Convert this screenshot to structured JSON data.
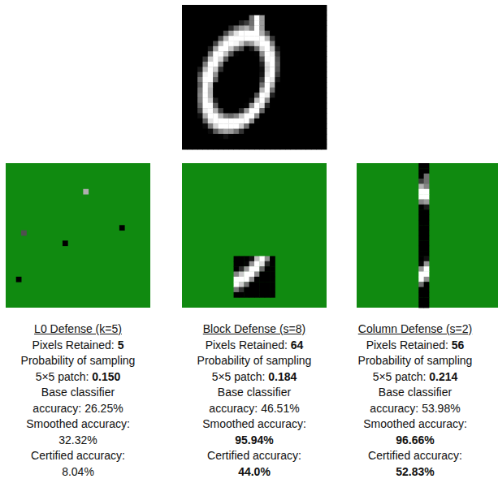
{
  "diagram": {
    "labels": [
      "L0 Defense (k=5)",
      "Pixels Retained:",
      "5",
      "Probability of sampling",
      "5×5 patch:",
      "0.150",
      "Base classifier",
      "accuracy: 26.25%",
      "Smoothed accuracy:",
      "32.32%",
      "Certified accuracy:",
      "8.04%",
      "Block Defense (s=8)",
      "Pixels Retained:",
      "64",
      "Probability of sampling",
      "5×5 patch:",
      "0.184",
      "Base classifier",
      "accuracy: 46.51%",
      "Smoothed accuracy:",
      "95.94%",
      "Certified accuracy:",
      "44.0%",
      "Column Defense (s=2)",
      "Pixels Retained:",
      "56",
      "Probability of sampling",
      "5×5 patch:",
      "0.214",
      "Base classifier",
      "accuracy: 53.98%",
      "Smoothed accuracy:",
      "96.66%",
      "Certified accuracy:",
      "52.83%"
    ]
  }
}
